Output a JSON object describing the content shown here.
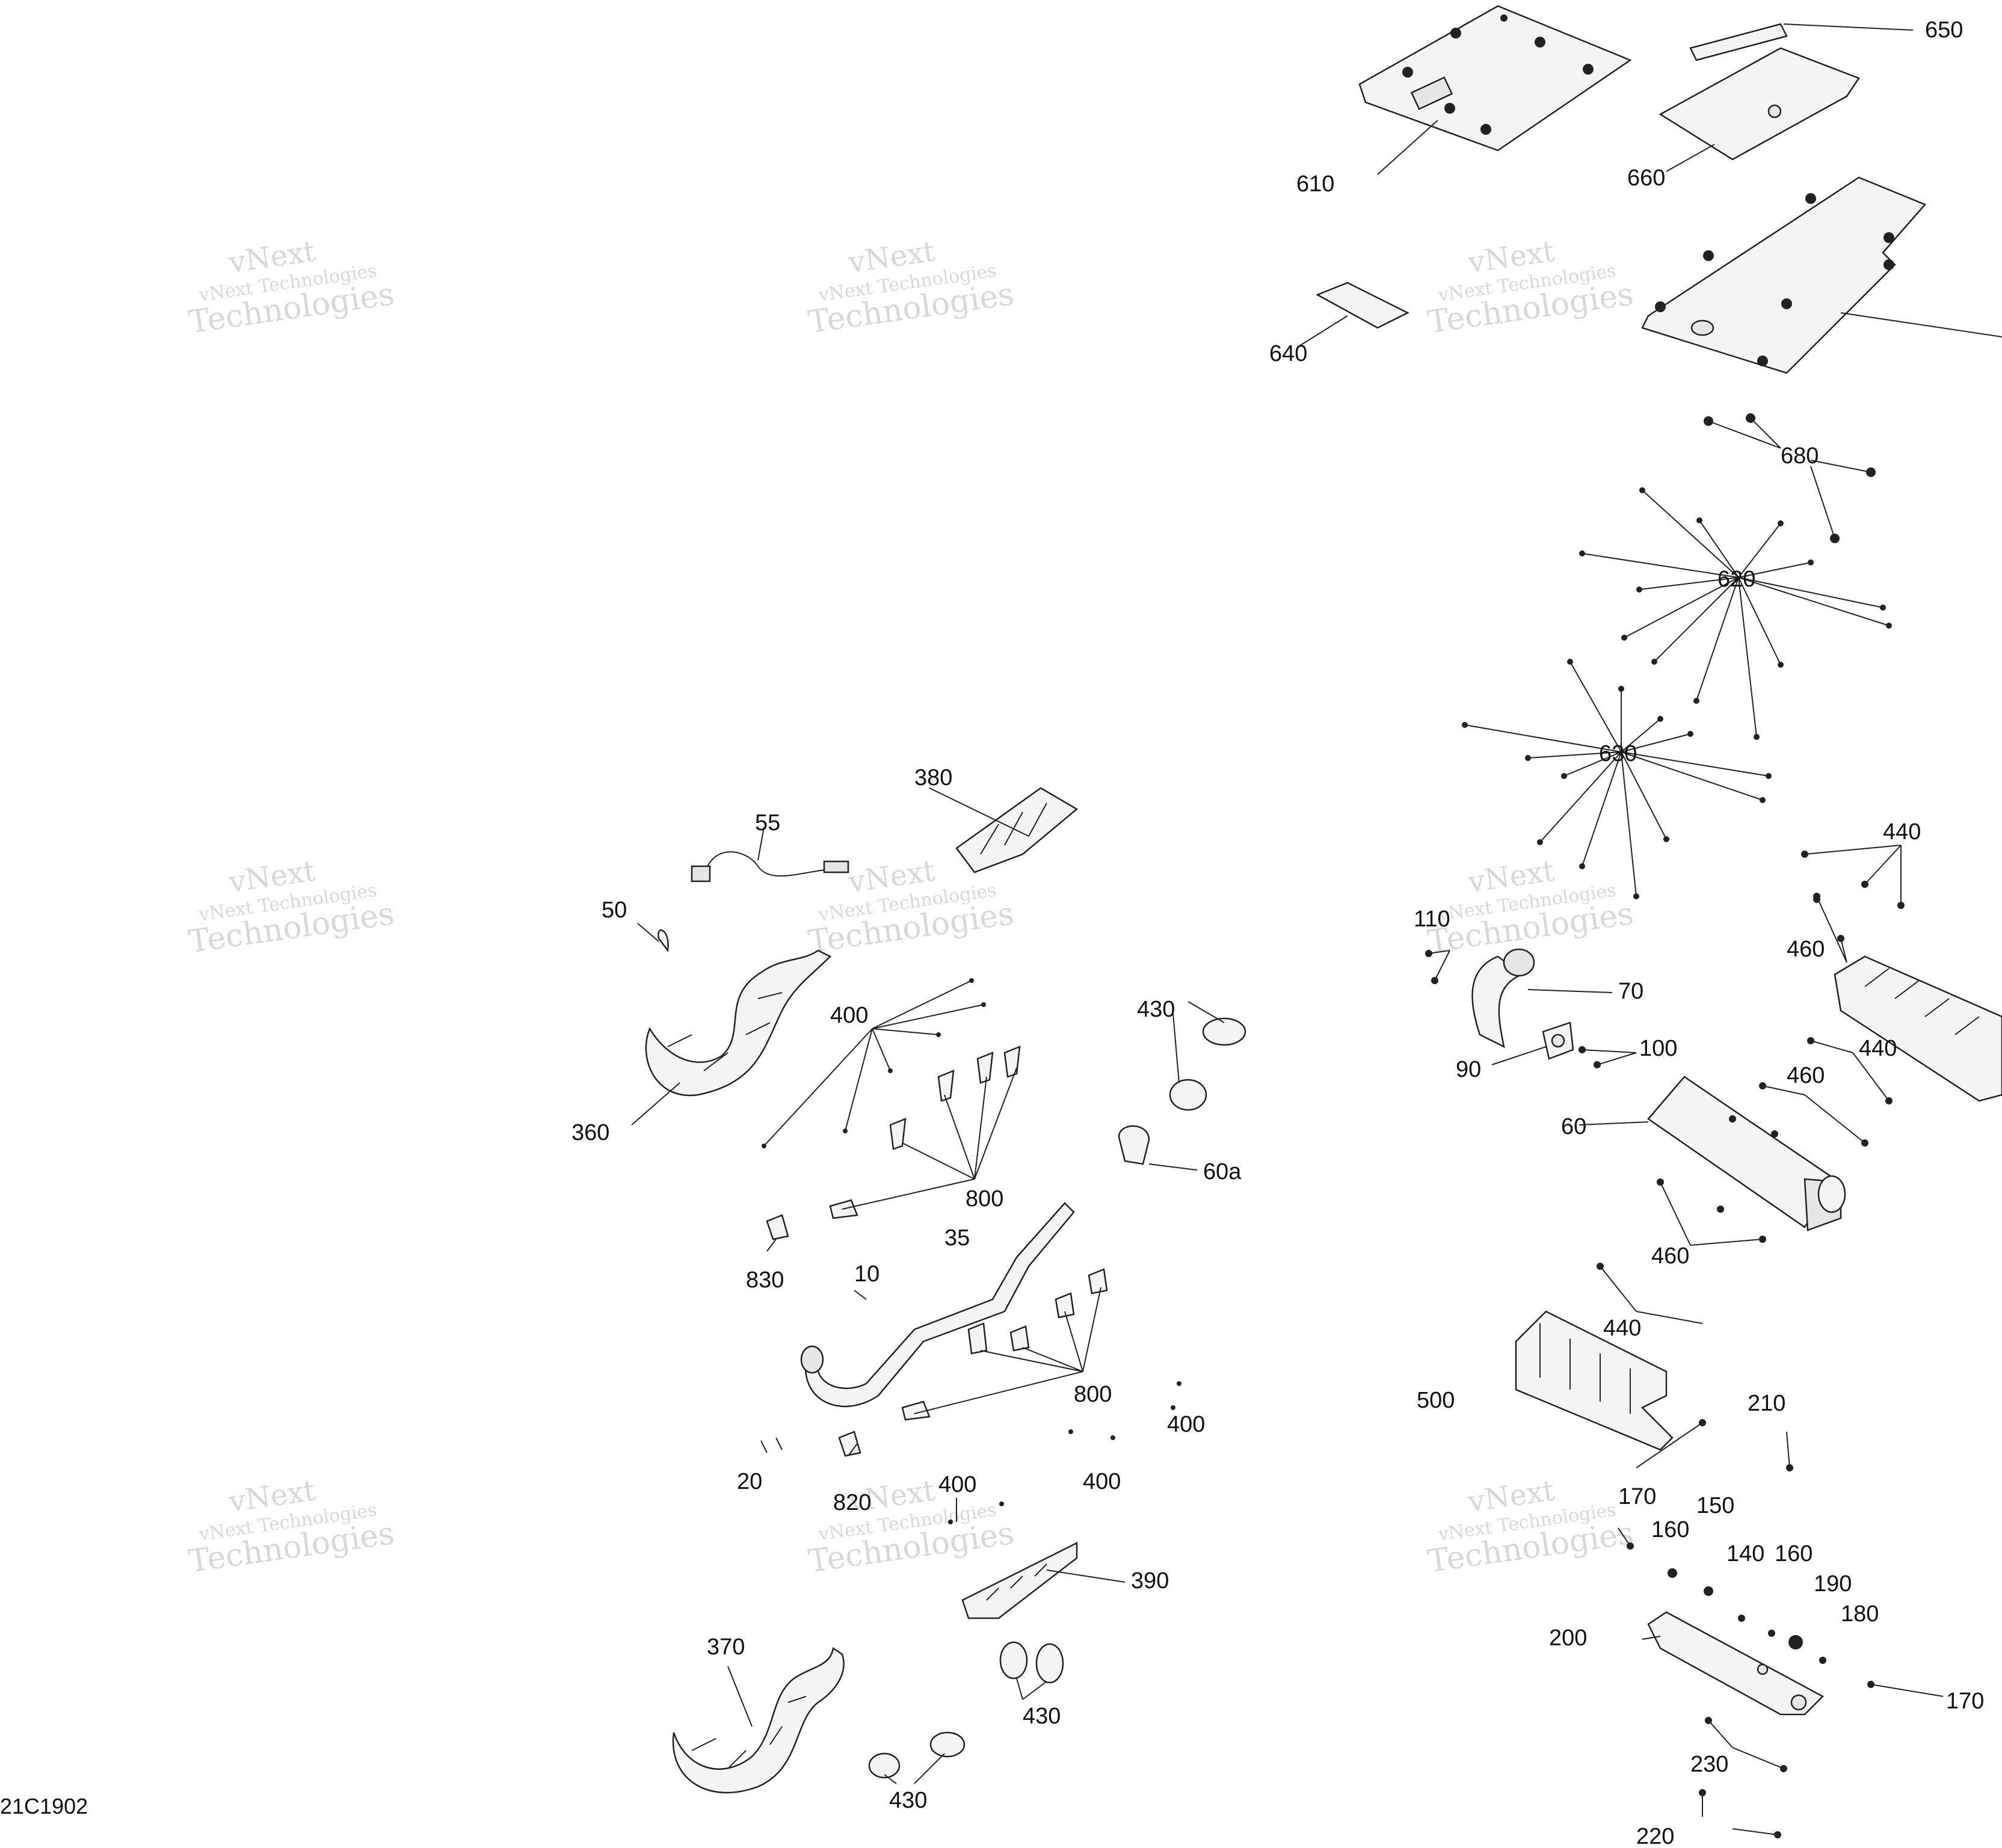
{
  "diagram": {
    "reference_code": "21C1902",
    "watermark": {
      "line1": "vNext",
      "line2": "vNext Technologies",
      "line3": "Technologies"
    },
    "callouts": [
      {
        "id": "c650",
        "text": "650"
      },
      {
        "id": "c610",
        "text": "610"
      },
      {
        "id": "c660",
        "text": "660"
      },
      {
        "id": "c640",
        "text": "640"
      },
      {
        "id": "c680",
        "text": "680"
      },
      {
        "id": "c620",
        "text": "620"
      },
      {
        "id": "c630",
        "text": "630"
      },
      {
        "id": "c440a",
        "text": "440"
      },
      {
        "id": "c460a",
        "text": "460"
      },
      {
        "id": "c110",
        "text": "110"
      },
      {
        "id": "c70",
        "text": "70"
      },
      {
        "id": "c90",
        "text": "90"
      },
      {
        "id": "c100",
        "text": "100"
      },
      {
        "id": "c440b",
        "text": "440"
      },
      {
        "id": "c460b",
        "text": "460"
      },
      {
        "id": "c60",
        "text": "60"
      },
      {
        "id": "c460c",
        "text": "460"
      },
      {
        "id": "c440c",
        "text": "440"
      },
      {
        "id": "c500",
        "text": "500"
      },
      {
        "id": "c210",
        "text": "210"
      },
      {
        "id": "c170a",
        "text": "170"
      },
      {
        "id": "c150",
        "text": "150"
      },
      {
        "id": "c160a",
        "text": "160"
      },
      {
        "id": "c140",
        "text": "140"
      },
      {
        "id": "c160b",
        "text": "160"
      },
      {
        "id": "c190",
        "text": "190"
      },
      {
        "id": "c200",
        "text": "200"
      },
      {
        "id": "c180",
        "text": "180"
      },
      {
        "id": "c170b",
        "text": "170"
      },
      {
        "id": "c230",
        "text": "230"
      },
      {
        "id": "c220",
        "text": "220"
      },
      {
        "id": "c380",
        "text": "380"
      },
      {
        "id": "c55",
        "text": "55"
      },
      {
        "id": "c50",
        "text": "50"
      },
      {
        "id": "c400a",
        "text": "400"
      },
      {
        "id": "c430a",
        "text": "430"
      },
      {
        "id": "c360",
        "text": "360"
      },
      {
        "id": "c60a",
        "text": "60a"
      },
      {
        "id": "c800a",
        "text": "800"
      },
      {
        "id": "c830",
        "text": "830"
      },
      {
        "id": "c35",
        "text": "35"
      },
      {
        "id": "c10",
        "text": "10"
      },
      {
        "id": "c800b",
        "text": "800"
      },
      {
        "id": "c400b",
        "text": "400"
      },
      {
        "id": "c20",
        "text": "20"
      },
      {
        "id": "c820",
        "text": "820"
      },
      {
        "id": "c400c",
        "text": "400"
      },
      {
        "id": "c400d",
        "text": "400"
      },
      {
        "id": "c390",
        "text": "390"
      },
      {
        "id": "c370",
        "text": "370"
      },
      {
        "id": "c430b",
        "text": "430"
      },
      {
        "id": "c430c",
        "text": "430"
      }
    ]
  }
}
